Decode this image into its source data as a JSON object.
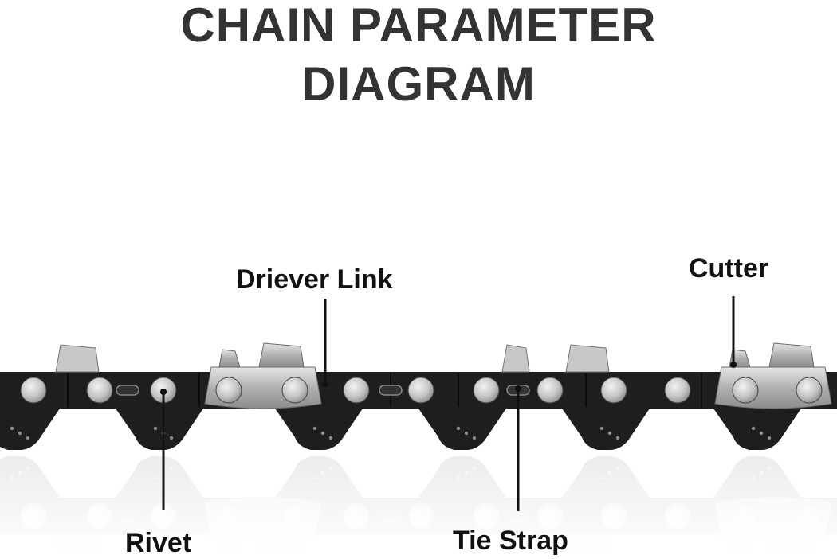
{
  "title": {
    "line1": "CHAIN PARAMETER",
    "line2": "DIAGRAM"
  },
  "labels": {
    "driver_link": "Driever Link",
    "cutter": "Cutter",
    "rivet": "Rivet",
    "tie_strap": "Tie Strap"
  },
  "colors": {
    "title": "#333333",
    "label": "#111111",
    "chain_dark": "#1e1e1e",
    "chain_silver": "#b4b4b4",
    "rivet": "#cfcfcf",
    "leader_line": "#111111"
  }
}
